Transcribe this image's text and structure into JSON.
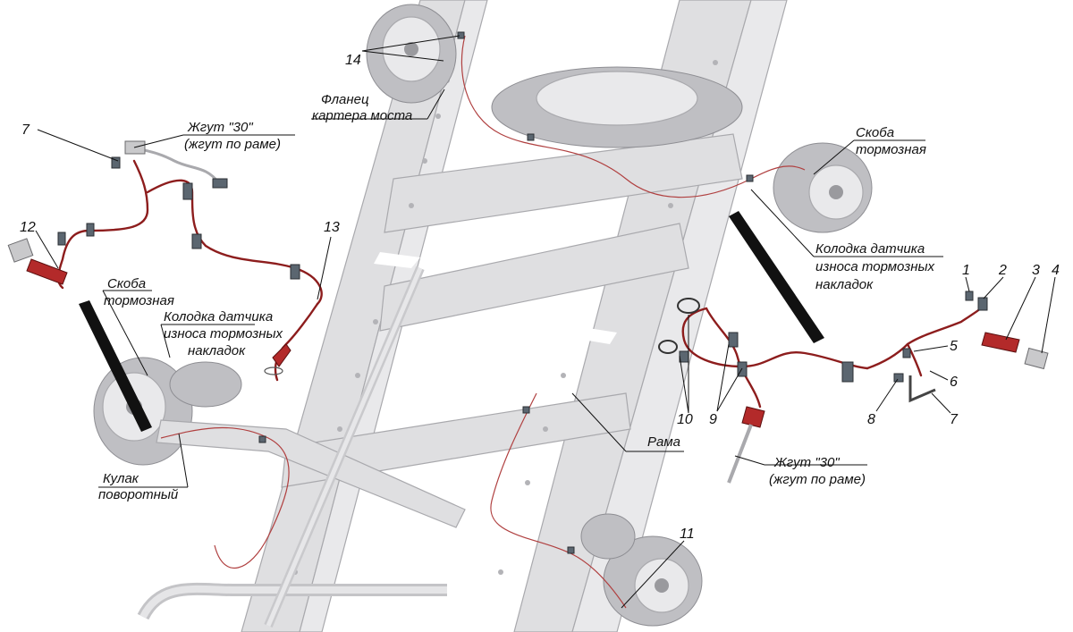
{
  "labels": {
    "harness_left": "Жгут \"30\"",
    "harness_left_sub": "(жгут по раме)",
    "harness_right": "Жгут \"30\"",
    "harness_right_sub": "(жгут по раме)",
    "flange_1": "Фланец",
    "flange_2": "картера моста",
    "bracket_right_1": "Скоба",
    "bracket_right_2": "тормозная",
    "pad_right_1": "Колодка датчика",
    "pad_right_2": "износа тормозных",
    "pad_right_3": "накладок",
    "bracket_left_1": "Скоба",
    "bracket_left_2": "тормозная",
    "pad_left_1": "Колодка датчика",
    "pad_left_2": "износа тормозных",
    "pad_left_3": "накладок",
    "knuckle_1": "Кулак",
    "knuckle_2": "поворотный",
    "frame": "Рама"
  },
  "callouts": {
    "n1": "1",
    "n2": "2",
    "n3": "3",
    "n4": "4",
    "n5": "5",
    "n6": "6",
    "n7_right": "7",
    "n7_left": "7",
    "n8": "8",
    "n9": "9",
    "n10": "10",
    "n11": "11",
    "n12": "12",
    "n13": "13",
    "n14": "14"
  },
  "colors": {
    "wire": "#8d1d1d",
    "frame": "#dfdfe1",
    "connector": "#b32a2a",
    "clip": "#5b6670"
  }
}
